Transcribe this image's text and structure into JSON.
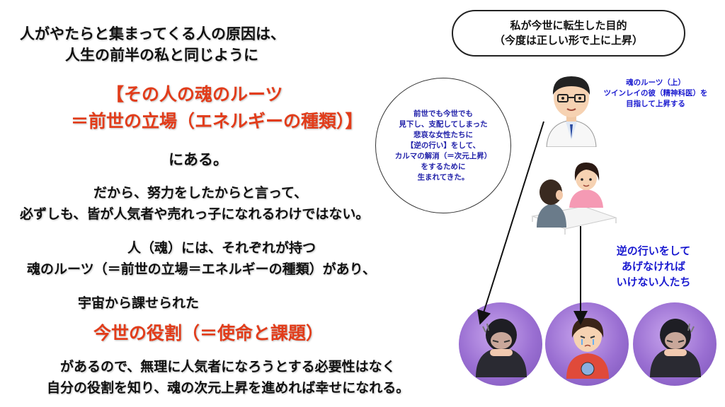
{
  "left": {
    "intro1": "人がやたらと集まってくる人の原因は、",
    "intro2": "人生の前半の私と同じように",
    "root1": "【その人の魂のルーツ",
    "root2": "＝前世の立場（エネルギーの種類）】",
    "aru": "にある。",
    "dakara1": "だから、努力をしたからと言って、",
    "dakara2": "必ずしも、皆が人気者や売れっ子になれるわけではない。",
    "hito1": "人（魂）には、それぞれが持つ",
    "hito2": "魂のルーツ（＝前世の立場＝エネルギーの種類）があり、",
    "uchu": "宇宙から課せられた",
    "yakuwari": "今世の役割（＝使命と課題）",
    "end1": "があるので、無理に人気者になろうとする必要性はなく",
    "end2": "自分の役割を知り、魂の次元上昇を進めれば幸せになれる。"
  },
  "right": {
    "bubble_line1": "私が今世に転生した目的",
    "bubble_line2": "（今度は正しい形で上に上昇）",
    "circle_lines": [
      "前世でも今世でも",
      "見下し、支配してしまった",
      "悲哀な女性たちに",
      "【逆の行い】をして、",
      "カルマの解消（＝次元上昇）",
      "をするために",
      "生まれてきた。"
    ],
    "roots_lines": [
      "魂のルーツ（上）",
      "ツインレイの彼（精神科医）を",
      "目指して上昇する"
    ],
    "must_lines": [
      "逆の行いをして",
      "あげなければ",
      "いけない人たち"
    ]
  },
  "colors": {
    "accent_red": "#e23c1a",
    "blue_text": "#1a1ad0",
    "orb_purple": "#9a6fd2"
  },
  "icons": [
    "doctor-icon",
    "counseling-icon",
    "sad-woman-icon",
    "crying-woman-icon",
    "arrow-icon"
  ]
}
